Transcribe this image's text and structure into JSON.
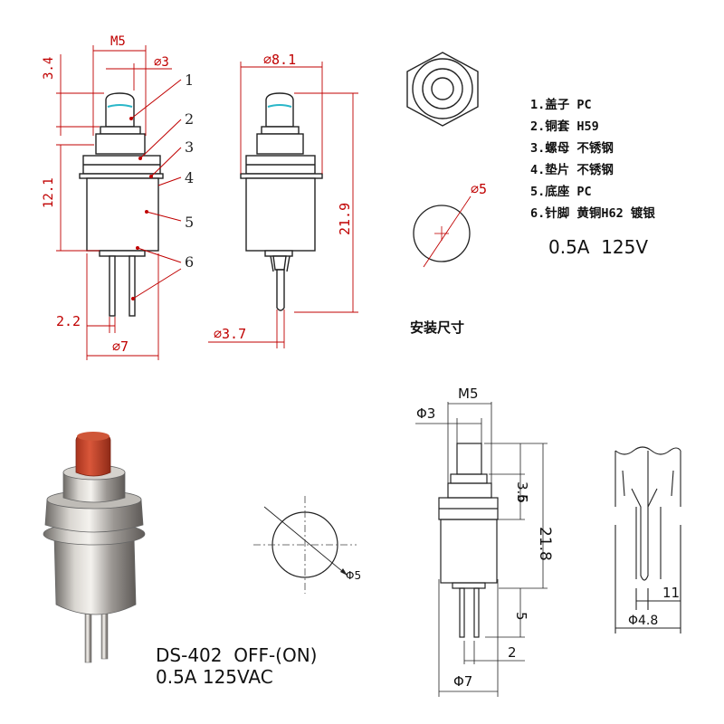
{
  "top_side_view": {
    "dims": {
      "thread": "M5",
      "cap_dia": "⌀3",
      "cap_height": "3.4",
      "body_height": "12.1",
      "pin_gap": "2.2",
      "base_dia": "⌀7"
    },
    "callouts": [
      "1",
      "2",
      "3",
      "4",
      "5",
      "6"
    ]
  },
  "top_front_view": {
    "dims": {
      "flange_dia": "⌀8.1",
      "overall_height": "21.9",
      "pin_dia": "⌀3.7"
    }
  },
  "panel_hole": {
    "dia": "⌀5",
    "caption": "安装尺寸"
  },
  "parts_list": [
    "1.盖子 PC",
    "2.铜套 H59",
    "3.螺母 不锈钢",
    "4.垫片 不锈钢",
    "5.底座 PC",
    "6.针脚 黄铜H62 镀银"
  ],
  "rating_top": "0.5A  125V",
  "product": {
    "model": "DS-402  OFF-(ON)",
    "rating": "0.5A 125VAC",
    "cap_color": "#c8442a"
  },
  "bottom_hole": {
    "dia": "Φ5"
  },
  "bottom_dims": {
    "thread": "M5",
    "cap_dia": "Φ3",
    "cap_height": "3.6",
    "nut_height": "5",
    "overall_height": "21.8",
    "pin_length": "5",
    "pin_gap": "2",
    "base_dia": "Φ7"
  },
  "pin_detail": {
    "dia": "Φ4.8",
    "tip": "11"
  },
  "colors": {
    "red_dim": "#c00000",
    "cyan_mark": "#2ab7c9",
    "line": "#222222"
  }
}
